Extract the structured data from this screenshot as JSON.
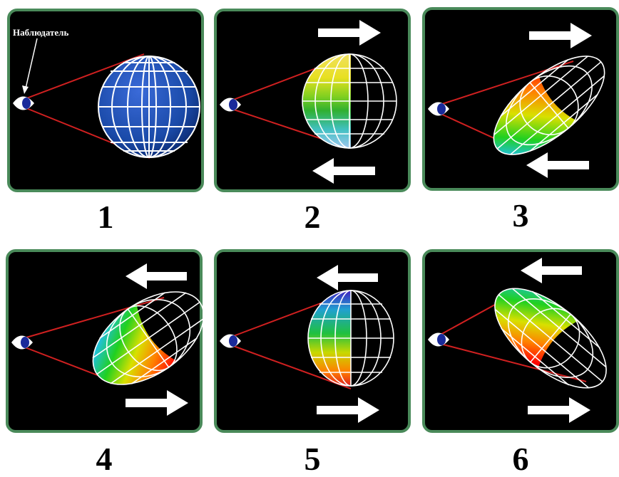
{
  "observer_label": "Наблюдатель",
  "panels": [
    {
      "number": "1",
      "top_arrow": "none",
      "bottom_arrow": "none",
      "sphere": "plain"
    },
    {
      "number": "2",
      "top_arrow": "right",
      "bottom_arrow": "left",
      "sphere": "half-colored"
    },
    {
      "number": "3",
      "top_arrow": "right",
      "bottom_arrow": "left",
      "sphere": "tilted-ellipse"
    },
    {
      "number": "4",
      "top_arrow": "left",
      "bottom_arrow": "right",
      "sphere": "tilted-ellipse"
    },
    {
      "number": "5",
      "top_arrow": "left",
      "bottom_arrow": "right",
      "sphere": "half-colored"
    },
    {
      "number": "6",
      "top_arrow": "left",
      "bottom_arrow": "right",
      "sphere": "tilted-ellipse"
    }
  ],
  "colors": {
    "panel_bg": "#000000",
    "panel_border": "#4a8a5a",
    "sight_lines": "#d02020",
    "grid": "#ffffff",
    "sphere_blue": "#1a4aa8",
    "eye_iris": "#1a2a9a"
  }
}
